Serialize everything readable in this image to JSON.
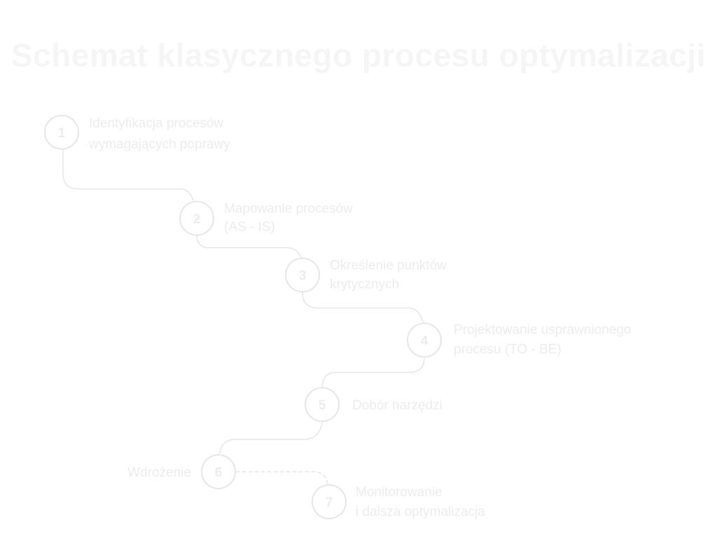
{
  "title": "Schemat klasycznego procesu optymalizacji",
  "steps": [
    {
      "number": "1",
      "lines": [
        "Identyfikacja procesów",
        "wymagających poprawy"
      ]
    },
    {
      "number": "2",
      "lines": [
        "Mapowanie procesów",
        "(AS - IS)"
      ]
    },
    {
      "number": "3",
      "lines": [
        "Określenie punktów",
        "krytycznych"
      ]
    },
    {
      "number": "4",
      "lines": [
        "Projektowanie usprawnionego",
        "procesu (TO - BE)"
      ]
    },
    {
      "number": "5",
      "lines": [
        "Dobór narzędzi"
      ]
    },
    {
      "number": "6",
      "lines": [
        "Wdrożenie"
      ]
    },
    {
      "number": "7",
      "lines": [
        "Monitorowanie",
        "i dalsza optymalizacja"
      ]
    }
  ],
  "colors": {
    "line": "#e6e6e6",
    "text": "#ececec",
    "title": "#f5f5f5",
    "background": "#ffffff"
  }
}
